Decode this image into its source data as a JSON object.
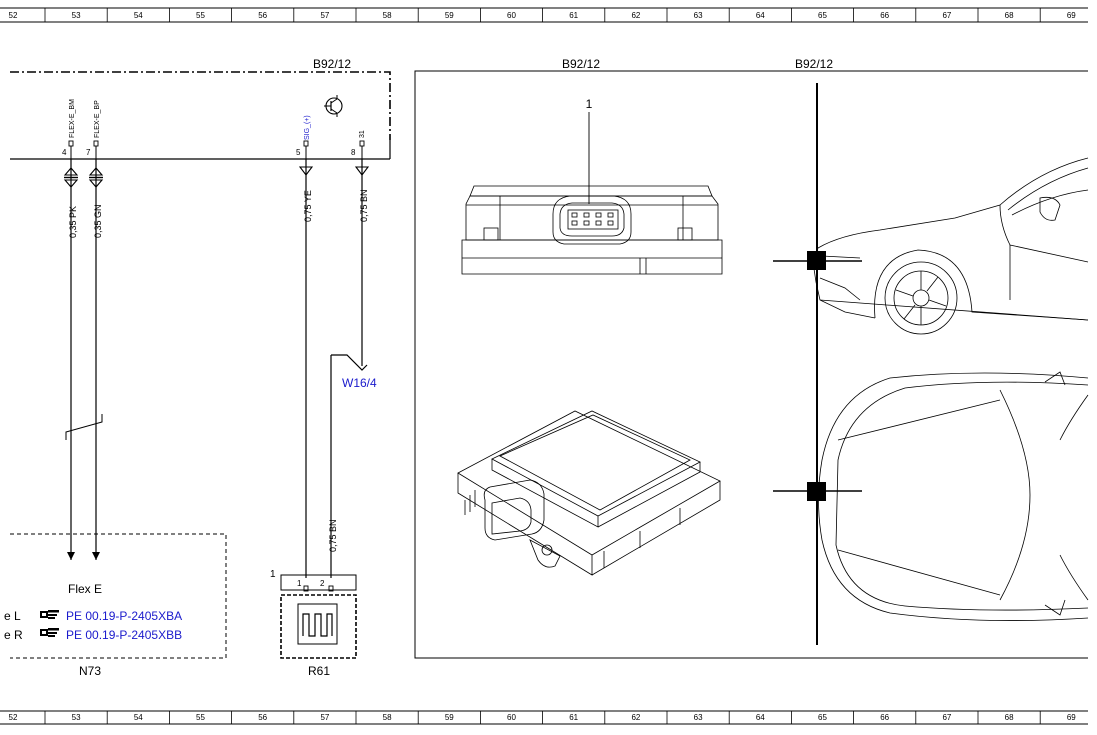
{
  "ruler": {
    "columns": [
      "52",
      "53",
      "54",
      "55",
      "56",
      "57",
      "58",
      "59",
      "60",
      "61",
      "62",
      "63",
      "64",
      "65",
      "66",
      "67",
      "68",
      "69"
    ]
  },
  "component_b92": {
    "id": "B92/12",
    "pins": [
      {
        "signal": "FLEX-E_BM",
        "number": "4",
        "wire": "0,35 PK"
      },
      {
        "signal": "FLEX-E_BP",
        "number": "7",
        "wire": "0,35 GN"
      },
      {
        "signal": "SIG_(+)",
        "number": "5",
        "wire": "0,75 YE"
      },
      {
        "signal": "31",
        "number": "8",
        "wire": "0,75 BN"
      }
    ]
  },
  "ground_ref": "W16/4",
  "wire_r61": "0,75 BN",
  "n73": {
    "id": "N73",
    "title": "Flex E",
    "rows": [
      {
        "prefix": "e L",
        "ref": "PE 00.19-P-2405XBA"
      },
      {
        "prefix": "e R",
        "ref": "PE 00.19-P-2405XBB"
      }
    ]
  },
  "r61": {
    "id": "R61",
    "marker": "1",
    "pins": [
      "1",
      "2"
    ]
  },
  "location_panel": {
    "label_left": "B92/12",
    "label_right": "B92/12",
    "callout": "1"
  },
  "icons": [
    "sensor-symbol-icon",
    "reference-hand-icon",
    "heater-element-icon",
    "ground-symbol-icon"
  ]
}
